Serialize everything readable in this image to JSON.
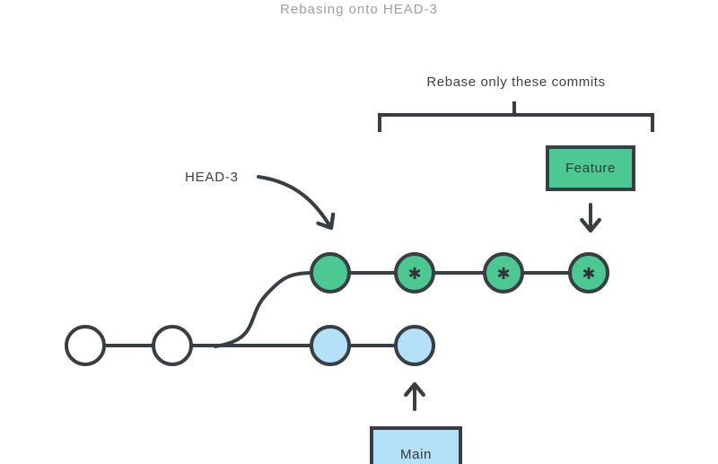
{
  "title": "Rebasing onto HEAD-3",
  "scope": {
    "label": "Rebase only these commits"
  },
  "head_pointer": {
    "label": "HEAD-3"
  },
  "branches": {
    "feature": {
      "label": "Feature"
    },
    "main": {
      "label": "Main"
    }
  },
  "commit_symbol": "✱",
  "colors": {
    "stroke": "#383e43",
    "feature_commit_fill": "#4dc892",
    "main_commit_fill": "#b5e1f8",
    "ancestor_commit_fill": "#ffffff",
    "title_text": "#9aa0a6",
    "label_text": "#3a4045"
  },
  "graph": {
    "ancestor_commits": [
      "plain",
      "plain"
    ],
    "feature_branch_commits": [
      "plain",
      "starred",
      "starred",
      "starred"
    ],
    "main_branch_commits": [
      "plain",
      "plain"
    ],
    "starred_meaning": "commits to be rebased"
  }
}
